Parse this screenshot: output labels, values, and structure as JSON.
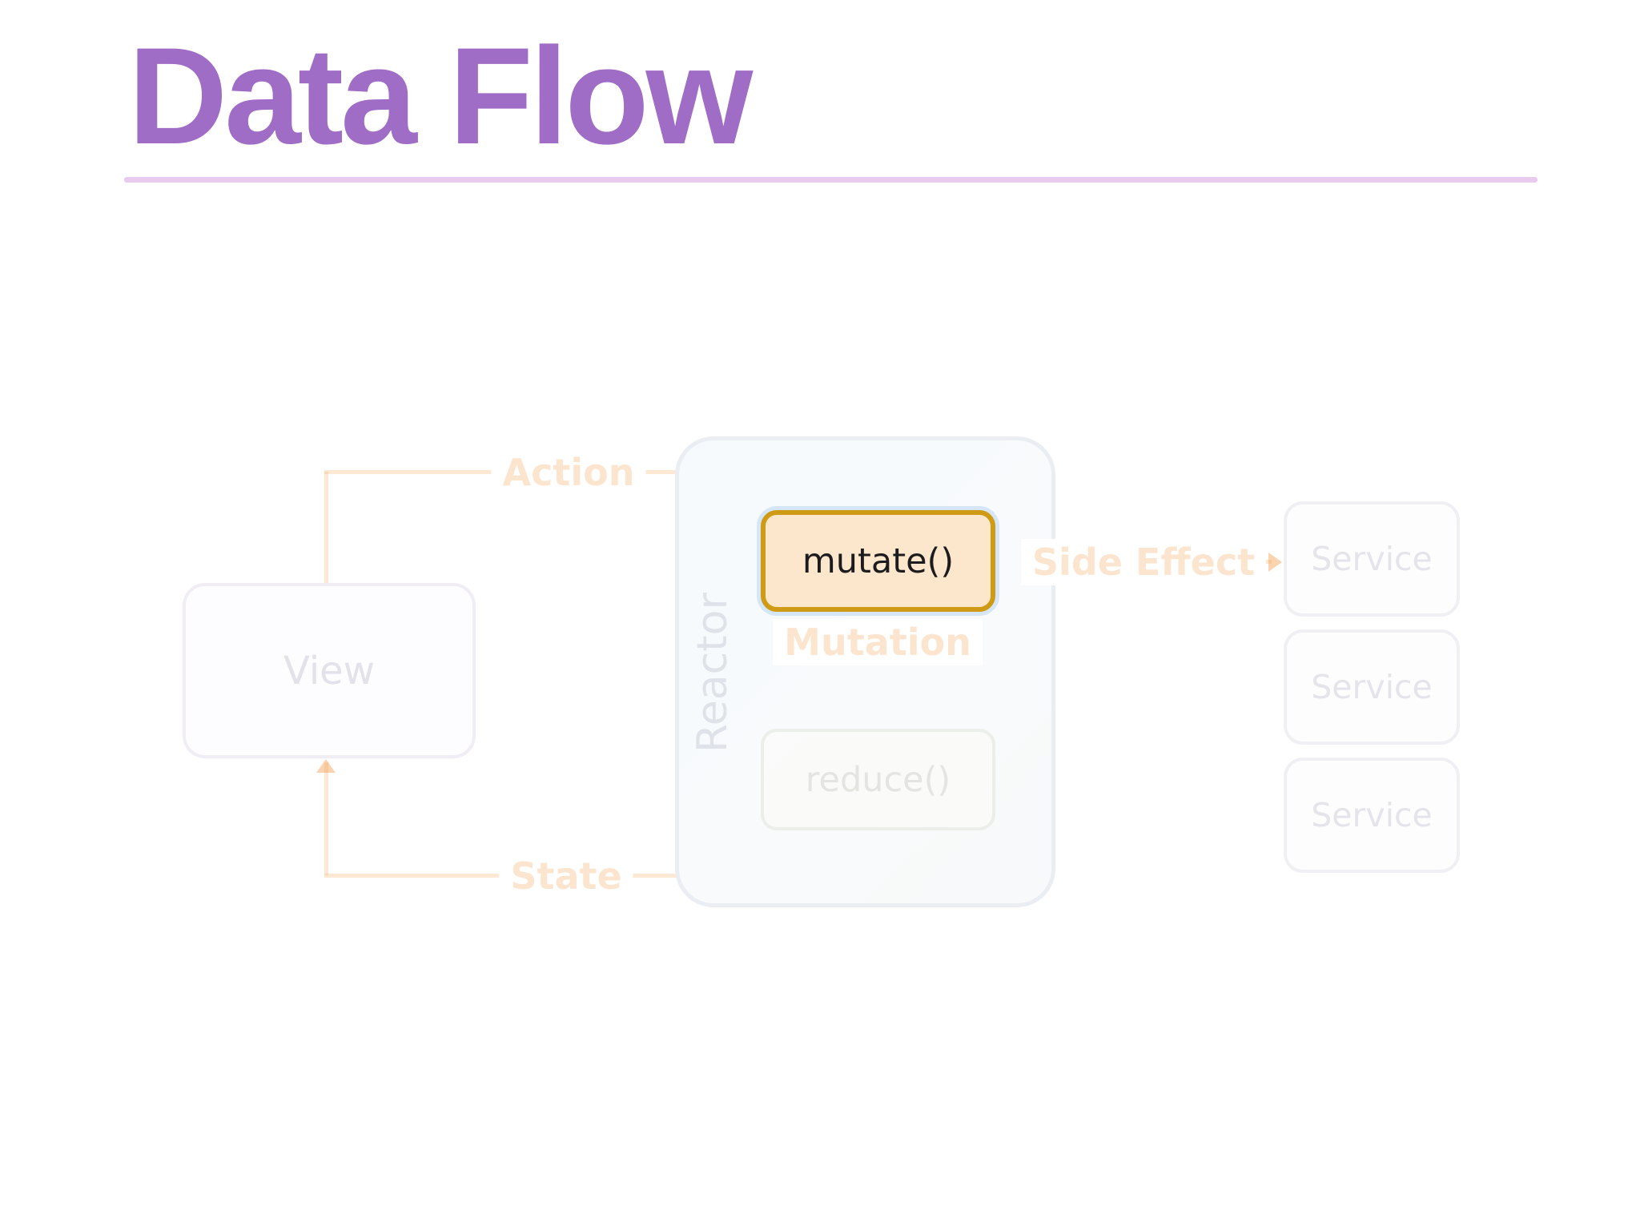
{
  "slide": {
    "title": "Data Flow"
  },
  "diagram": {
    "view_label": "View",
    "reactor_label": "Reactor",
    "mutate_label": "mutate()",
    "reduce_label": "reduce()",
    "services": [
      "Service",
      "Service",
      "Service"
    ],
    "edges": {
      "action": "Action",
      "mutation": "Mutation",
      "state": "State",
      "side_effect": "Side Effect"
    }
  },
  "colors": {
    "title_purple": "#9f6cc6",
    "title_underline": "#e9cbf0",
    "highlight_border_gold": "#cf9b15",
    "highlight_fill_peach": "#fce6cc",
    "selection_halo_blue": "#bad6f2",
    "faded_edge_orange": "#f6a65a",
    "faded_node_text_grey": "#e3e1e9",
    "background": "#ffffff"
  }
}
